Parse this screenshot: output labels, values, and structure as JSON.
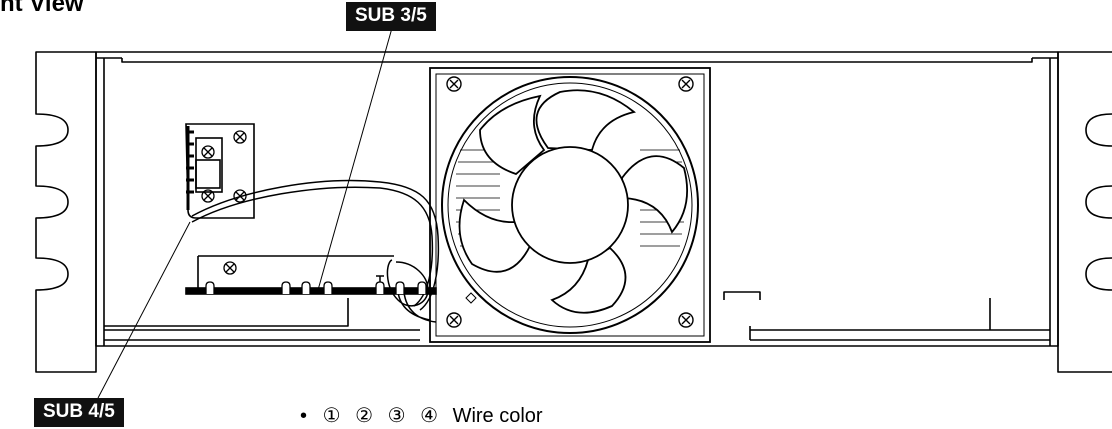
{
  "heading": "nt View",
  "callouts": {
    "sub_3_5": "SUB 3/5",
    "sub_4_5": "SUB 4/5"
  },
  "legend": {
    "bullet": "•",
    "numbers": [
      "①",
      "②",
      "③",
      "④"
    ],
    "text": "Wire color"
  }
}
